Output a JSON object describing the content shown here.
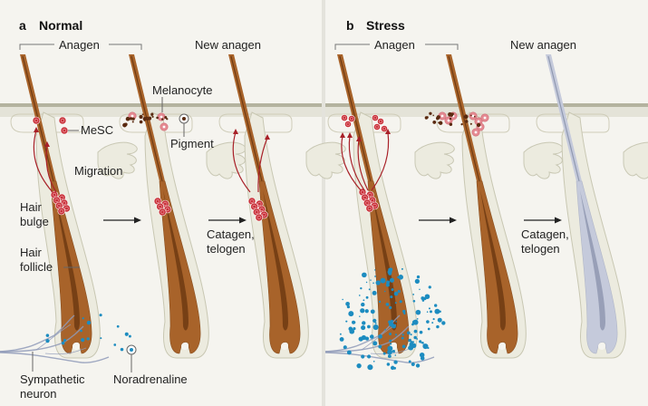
{
  "panels": [
    {
      "letter": "a",
      "title": "Normal",
      "stage_bracket": "Anagen",
      "stage_new": "New anagen",
      "labels": {
        "melanocyte": "Melanocyte",
        "mesc": "MeSC",
        "pigment": "Pigment",
        "migration": "Migration",
        "hair_bulge_1": "Hair",
        "hair_bulge_2": "bulge",
        "hair_follicle_1": "Hair",
        "hair_follicle_2": "follicle",
        "transition_1": "Catagen,",
        "transition_2": "telogen",
        "sympathetic_1": "Sympathetic",
        "sympathetic_2": "neuron",
        "noradrenaline": "Noradrenaline"
      }
    },
    {
      "letter": "b",
      "title": "Stress",
      "stage_bracket": "Anagen",
      "stage_new": "New anagen",
      "labels": {
        "transition_1": "Catagen,",
        "transition_2": "telogen"
      }
    }
  ],
  "colors": {
    "background": "#f5f4ef",
    "skin_band": "#e2e1d6",
    "skin_line": "#b4b39f",
    "follicle_sheath": "#ecebdf",
    "hair_brown": "#a8632a",
    "hair_dark": "#6e3a12",
    "grey_hair": "#c5cadb",
    "grey_hair_dark": "#8f98b0",
    "cell_red": "#c8323a",
    "melanocyte_pink": "#e48a92",
    "pigment": "#5a2a10",
    "noradrenaline": "#1d8cc0",
    "arrow_red": "#a82028",
    "neuron": "#8f9ab8"
  }
}
